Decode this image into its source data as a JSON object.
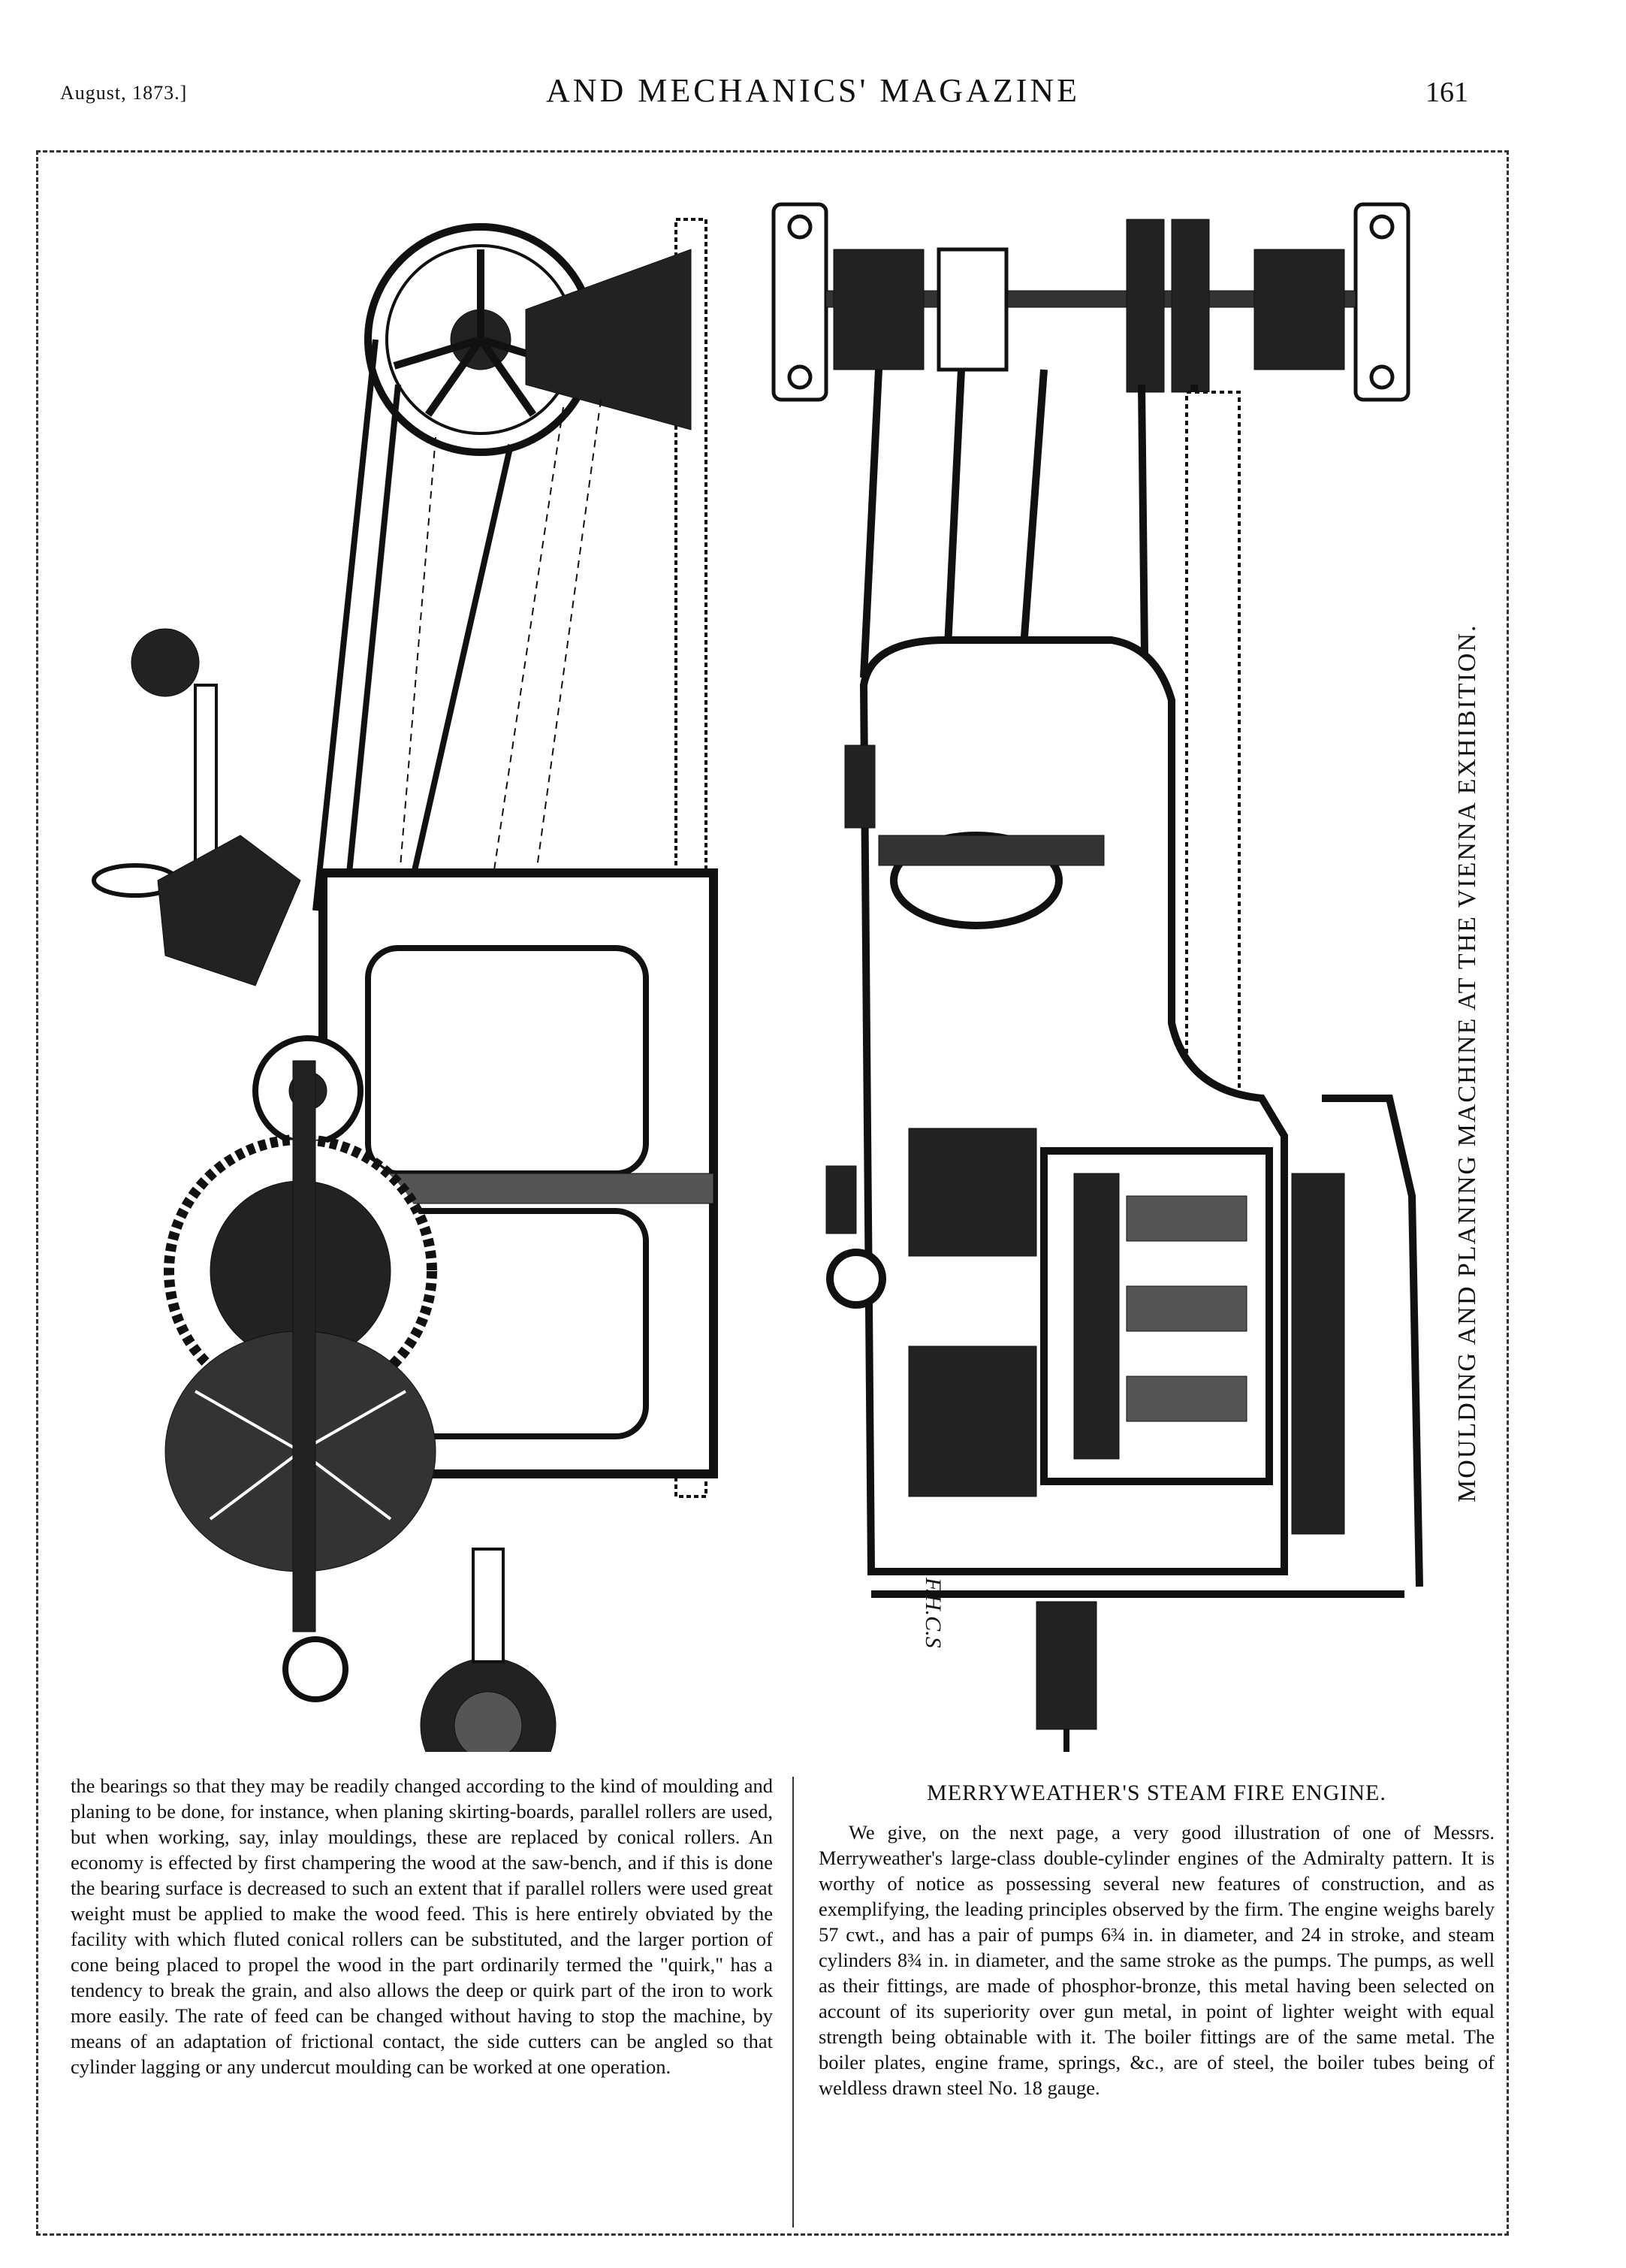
{
  "header": {
    "date": "August, 1873.]",
    "title": "AND MECHANICS' MAGAZINE",
    "page_number": "161"
  },
  "figure": {
    "caption": "MOULDING AND PLANING MACHINE AT THE VIENNA EXHIBITION.",
    "engraver_mark": "F.H.C.S"
  },
  "left_column": {
    "text": "the bearings so that they may be readily changed according to the kind of moulding and planing to be done, for instance, when planing skirting-boards, parallel rollers are used, but when working, say, inlay mouldings, these are replaced by conical rollers. An economy is effected by first champering the wood at the saw-bench, and if this is done the bearing surface is decreased to such an extent that if parallel rollers were used great weight must be applied to make the wood feed. This is here entirely obviated by the facility with which fluted conical rollers can be substituted, and the larger portion of cone being placed to propel the wood in the part ordinarily termed the \"quirk,\" has a tendency to break the grain, and also allows the deep or quirk part of the iron to work more easily. The rate of feed can be changed without having to stop the machine, by means of an adaptation of frictional contact, the side cutters can be angled so that cylinder lagging or any undercut moulding can be worked at one operation."
  },
  "right_column": {
    "title": "MERRYWEATHER'S STEAM FIRE ENGINE.",
    "text": "We give, on the next page, a very good illustration of one of Messrs. Merryweather's large-class double-cylinder engines of the Admiralty pattern. It is worthy of notice as possessing several new features of construction, and as exemplifying, the leading principles observed by the firm. The engine weighs barely 57 cwt., and has a pair of pumps 6¾ in. in diameter, and 24 in stroke, and steam cylinders 8¾ in. in diameter, and the same stroke as the pumps. The pumps, as well as their fittings, are made of phosphor-bronze, this metal having been selected on account of its superiority over gun metal, in point of lighter weight with equal strength being obtainable with it. The boiler fittings are of the same metal. The boiler plates, engine frame, springs, &c., are of steel, the boiler tubes being of weldless drawn steel No. 18 gauge."
  }
}
